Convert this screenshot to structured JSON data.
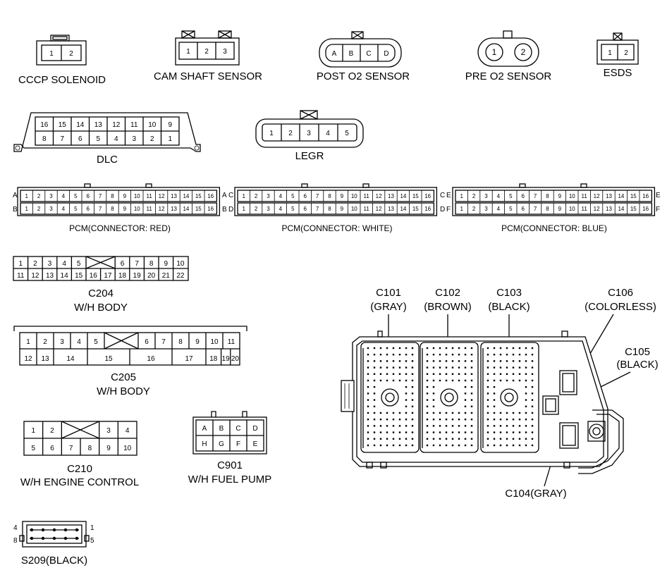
{
  "connectors": {
    "cccp": {
      "label": "CCCP SOLENOID",
      "pins": [
        "1",
        "2"
      ]
    },
    "cam": {
      "label": "CAM SHAFT SENSOR",
      "pins": [
        "1",
        "2",
        "3"
      ]
    },
    "post_o2": {
      "label": "POST O2 SENSOR",
      "pins": [
        "A",
        "B",
        "C",
        "D"
      ]
    },
    "pre_o2": {
      "label": "PRE O2 SENSOR",
      "pins": [
        "1",
        "2"
      ]
    },
    "esds": {
      "label": "ESDS",
      "pins": [
        "1",
        "2"
      ]
    },
    "dlc": {
      "label": "DLC",
      "top": [
        "16",
        "15",
        "14",
        "13",
        "12",
        "11",
        "10",
        "9"
      ],
      "bottom": [
        "8",
        "7",
        "6",
        "5",
        "4",
        "3",
        "2",
        "1"
      ]
    },
    "legr": {
      "label": "LEGR",
      "pins": [
        "1",
        "2",
        "3",
        "4",
        "5"
      ]
    },
    "pcm_red": {
      "label": "PCM(CONNECTOR: RED)",
      "row_a": "A",
      "row_b": "B"
    },
    "pcm_white": {
      "label": "PCM(CONNECTOR: WHITE)",
      "row_a": "C",
      "row_b": "D"
    },
    "pcm_blue": {
      "label": "PCM(CONNECTOR: BLUE)",
      "row_a": "E",
      "row_b": "F"
    },
    "c204": {
      "label": "C204",
      "sublabel": "W/H BODY",
      "top": [
        "1",
        "2",
        "3",
        "4",
        "5",
        "",
        "6",
        "7",
        "8",
        "9",
        "10"
      ],
      "bottom": [
        "11",
        "12",
        "13",
        "14",
        "15",
        "16",
        "17",
        "18",
        "19",
        "20",
        "21",
        "22"
      ]
    },
    "c205": {
      "label": "C205",
      "sublabel": "W/H BODY",
      "top": [
        "1",
        "2",
        "3",
        "4",
        "5",
        "",
        "6",
        "7",
        "8",
        "9",
        "10",
        "11"
      ],
      "bottom": [
        "12",
        "13",
        "14",
        "15",
        "16",
        "17",
        "18",
        "19",
        "20"
      ]
    },
    "c210": {
      "label": "C210",
      "sublabel": "W/H ENGINE CONTROL",
      "top": [
        "1",
        "2",
        "",
        "3",
        "4"
      ],
      "bottom": [
        "5",
        "6",
        "7",
        "8",
        "9",
        "10"
      ]
    },
    "c901": {
      "label": "C901",
      "sublabel": "W/H FUEL PUMP",
      "top": [
        "A",
        "B",
        "C",
        "D"
      ],
      "bottom": [
        "H",
        "G",
        "F",
        "E"
      ]
    },
    "s209": {
      "label": "S209(BLACK)",
      "pin_tl": "4",
      "pin_tr": "1",
      "pin_bl": "8",
      "pin_br": "5"
    }
  },
  "junction_block": {
    "c101": {
      "name": "C101",
      "color": "(GRAY)"
    },
    "c102": {
      "name": "C102",
      "color": "(BROWN)"
    },
    "c103": {
      "name": "C103",
      "color": "(BLACK)"
    },
    "c106": {
      "name": "C106",
      "color": "(COLORLESS)"
    },
    "c105": {
      "name": "C105",
      "color": "(BLACK)"
    },
    "c104": {
      "name": "C104(GRAY)"
    }
  }
}
